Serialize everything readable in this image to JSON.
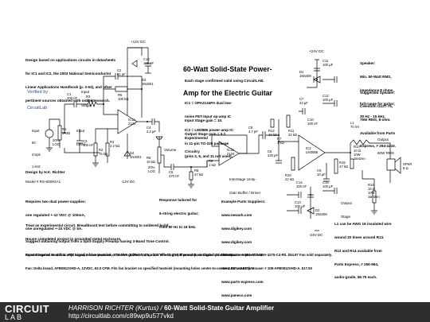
{
  "header": {
    "title_line1": "60-Watt Solid-State Power-",
    "title_line2": "Amp for the Electric Guitar"
  },
  "notes": {
    "design_basis": [
      "Design based on applications circuits in datasheets",
      "for IC1 and IC2, the 2003 National Semiconductor",
      "Linear Applications Handbook (p. 3-63), and other",
      "pertinent sources obtained with online research."
    ],
    "verified_1": "Verified by",
    "verified_2": "CircuitLab",
    "stages": [
      "Each stage confirmed valid using CircuitLAB.",
      "",
      "IC1 = OPA2134PA dual low-",
      "noise FET-input op-amp IC",
      "IC2 = LM3886 power-amp IC",
      "in 11-pin TO-220 package",
      "(pins 2, 6, and 11 not used)."
    ],
    "gain": [
      "Input Stage gain = 10.",
      "Output Stage gain = 3.2."
    ],
    "experimental": [
      "Experimental",
      "Circuitry"
    ],
    "speaker": [
      "Speaker:",
      "Min. 50-Watt RMS,",
      "impedance 8 ohms,",
      "full-range for guitar;",
      "30 Hz - 15 kHz."
    ],
    "suggested": [
      "Suggested Speaker:",
      "Celestion G12T-75,",
      "75W RMS, 8-ohm.",
      "Available from Parts",
      "Express, # 294-2210."
    ],
    "designer": "Design by H.K. Richter",
    "model": "Model # RS-60WGA1",
    "power": [
      "Requires two dual power-supplies:",
      "one regulated +-12 VDC @ 100mA,",
      "one unregulated +-24 VDC @ 5A."
    ],
    "response": [
      "Response tailored for",
      "6-string electric guitar;",
      "from 80 Hz to 18 kHz."
    ],
    "suppliers": [
      "Example Parts Suppliers:",
      "www.newark.com",
      "www.digikey.com",
      "www.digikey.com",
      "www.parts-express.com",
      "www.mouser.com",
      "www.parts-express.com",
      "www.jameco.com"
    ],
    "coil": [
      "L1 can be AWG 16 insulated wire",
      "wound 20 times around R13.",
      "R13 and R14 available from",
      "Parts Express, # 255-954,",
      "audio-grade, $6.75 each."
    ],
    "experimental_note": [
      "Treat as experimental circuit. Breadboard test before committing to soldered build.",
      "House completed project in grounded metal enclosure."
    ],
    "preamp": [
      "Suggest obtaining output from a Split-Supply Preamp having 3-Band Tone Control.",
      "Input Stage as is will accept signals from passive or active guitar, stomp-box effect, guitar preamp, or digital processor."
    ],
    "heatsink": [
      "Recommended Heatsink: ATS brand, Active Heatsink, ATS-NVA-3275-R0, 4\"L x 3.5\"W x 0.64\"H, Thermal Resistance 0.21 C/W. Mouser # 984-ATS-NVA-3275-C4-R0. $54.97 Fan sold separately.",
      "Fan: Delta brand, AFB0812VHD-A, 12VDC, 63.0 CFM. Fits fan bracket on specified heatsink (mounting holes center-to-center 2.82\" x 2.82\"). Mouser # 108-AFB0812VHD-A. $17.93"
    ]
  },
  "labels": {
    "input_stage": [
      "Input",
      "Stage"
    ],
    "input_level": [
      "Input",
      "Level"
    ],
    "volume": "Volume",
    "interstage": [
      "Interstage Unity-",
      "Gain Buffer / Driver"
    ],
    "output_stage": [
      "Output",
      "Stage"
    ],
    "output": [
      "Output",
      "60W RMS"
    ],
    "input_src": [
      "Input",
      "50",
      "mVpk",
      "1 kHz"
    ],
    "rails": {
      "p12": "+12V DC",
      "m12": "-12V DC",
      "p24": "+24V DC",
      "m24": "-24V DC"
    }
  },
  "components": {
    "r1": "R1",
    "r1v": "1 MΩ",
    "r1log": "20%",
    "r1log2": "LOG",
    "c1": "C1",
    "c1v": "200 nF",
    "r3": "R3",
    "r3v": "10 kΩ",
    "c2": "C2",
    "c2v": "51 pF",
    "r5": "R5",
    "r5v": "100 kΩ",
    "c16": "C16",
    "c16v": "100 nF",
    "d3": "D3",
    "d3v": "1N4001",
    "ic1a": "IC1a",
    "ic1av": "2134",
    "c4": "C4",
    "c4v": "2.2 µF",
    "c3": "C3",
    "c3v": "100 nF",
    "r2": "R2",
    "r2v": "75 kΩ",
    "r4": "R4",
    "r4v": "2.2 kΩ",
    "d4": "D4",
    "d4v": "1N4001",
    "r6": "R6",
    "r6v": "10 kΩ",
    "r6log": "20%",
    "r6log2": "LOG",
    "c5": "C5",
    "c5v": "470 nF",
    "r8": "R8",
    "r8v": "47 kΩ",
    "ic1b": "IC1b",
    "ic1bv": "2134",
    "r9": "R9",
    "r9v": "1 kΩ",
    "c8": "C8",
    "c8v": "4.7 pF",
    "r12": "R12",
    "r12v": "10 kΩ",
    "r11": "R11",
    "r11v": "22 kΩ",
    "c7": "C7",
    "c7v": "22 µF",
    "c6": "C6",
    "c6v": "220 pF",
    "r7": "R7",
    "r7v": "1 kΩ",
    "r10": "R10",
    "r10v": "22 kΩ",
    "ic2": "IC2",
    "ic2v": "LM3886",
    "r15": "R15",
    "r15v": "47 kΩ",
    "c9": "C9",
    "c9v": "10 µF",
    "d1": "D1",
    "d1v": "1N5408",
    "c11": "C11",
    "c11v": "100 µF",
    "c12": "C12",
    "c12v": "100 µF",
    "c10": "C10",
    "c10v": "100 nF",
    "c14": "C14",
    "c14v": "100 nF",
    "c13": "C13",
    "c13v": "100 µF",
    "c15": "C15",
    "c15v": "100 µF",
    "d2": "D2",
    "d2v": "1N5408",
    "l1": "L1",
    "l1v": "70 nH",
    "r13": "R13",
    "r13v": "10 Ω",
    "r13b": "10W",
    "r13c": "Jantzen",
    "r14": "R14",
    "r14v": "16 Ω",
    "r14b": "10W",
    "r14c": "Jantzen",
    "spkr": "SPKR",
    "spkrv": "8 Ω"
  },
  "footer": {
    "logo_top": "CIRCUIT",
    "logo_bottom": "LAB",
    "title_author": "HARRISON RICHTER (Kurtus) / ",
    "title_name": "60-Watt Solid-State Guitar Amplifier",
    "url": "http://circuitlab.com/c89wp9u577vkd"
  }
}
